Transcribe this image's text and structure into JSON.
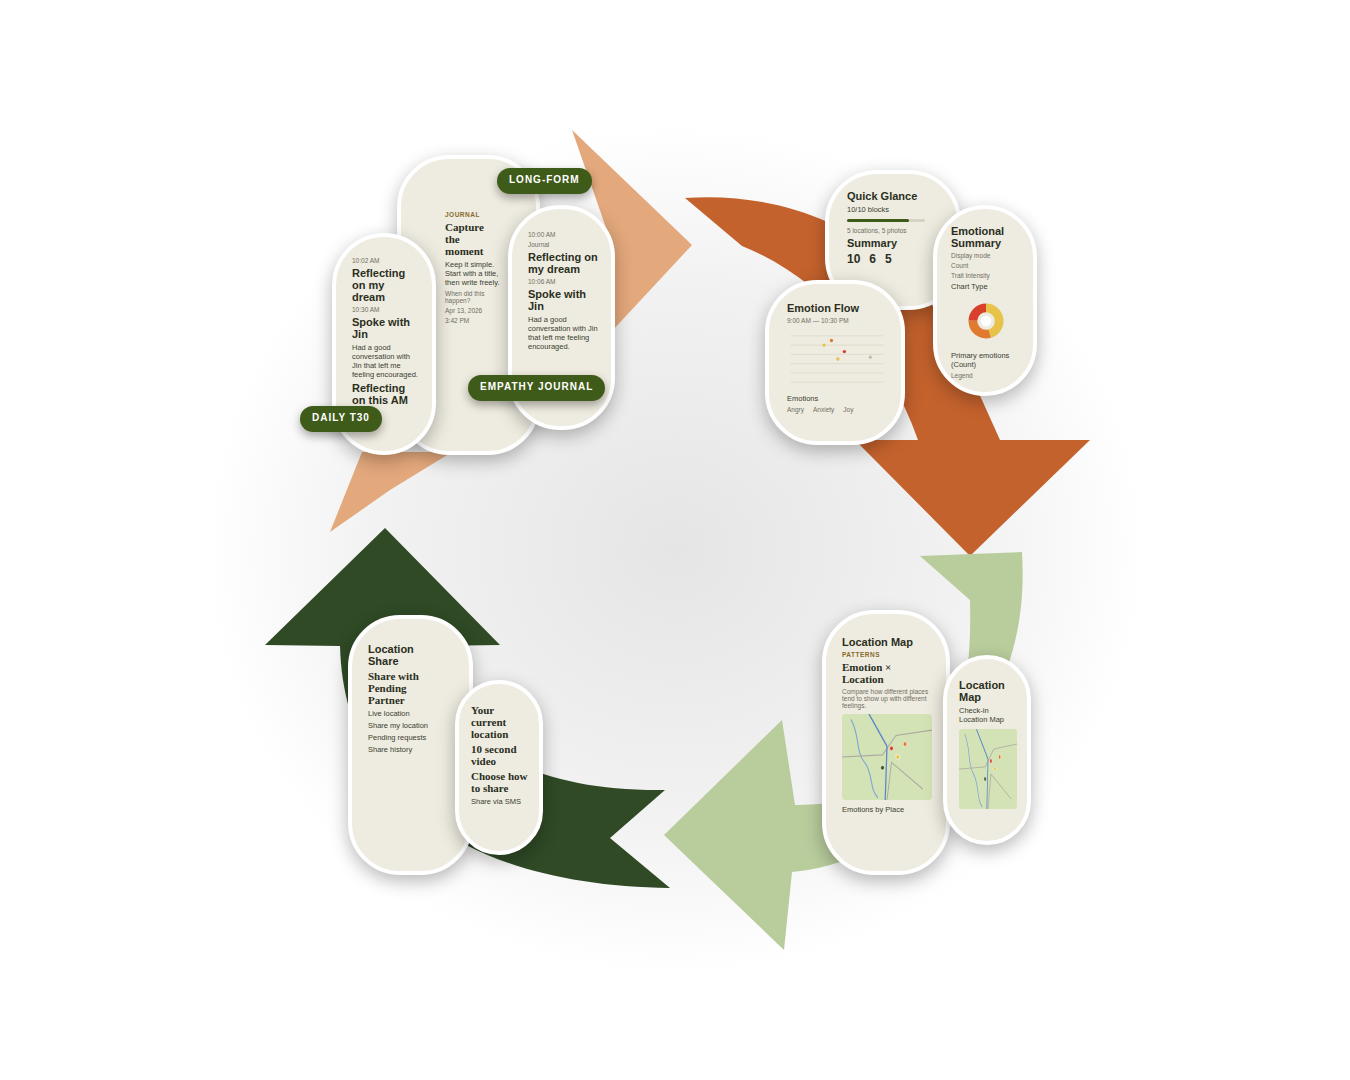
{
  "diagram": {
    "nodes": [
      {
        "text": [
          "JOURNAL",
          "Capture the moment",
          "Keep it simple. Start with a title, then write freely.",
          "When did this happen?",
          "Apr 13, 2026",
          "3:42 PM"
        ]
      },
      {
        "text": [
          "LONG-FORM"
        ]
      },
      {
        "text": [
          "10:02 AM",
          "Reflecting on my dream",
          "10:30 AM",
          "Spoke with Jin",
          "Had a good conversation with Jin that left me feeling encouraged.",
          "Reflecting on this AM"
        ]
      },
      {
        "text": [
          "10:00 AM",
          "Journal",
          "Reflecting on my dream",
          "10:06 AM",
          "Spoke with Jin",
          "Had a good conversation with Jin that left me feeling encouraged."
        ]
      },
      {
        "text": [
          "EMPATHY JOURNAL"
        ]
      },
      {
        "text": [
          "DAILY T30"
        ]
      },
      {
        "text": [
          "Quick Glance",
          "10/10 blocks",
          "5 locations, 5 photos",
          "Summary",
          "10",
          "6",
          "5"
        ]
      },
      {
        "text": [
          "Emotional Summary",
          "Display mode",
          "Count",
          "Trait Intensity",
          "Chart Type",
          "Primary emotions (Count)",
          "Legend"
        ]
      },
      {
        "text": [
          "Emotion Flow",
          "9:00 AM — 10:30 PM",
          "Emotions",
          "Angry",
          "Anxiety",
          "Joy"
        ]
      },
      {
        "text": [
          "Location Map",
          "PATTERNS",
          "Emotion × Location",
          "Compare how different places tend to show up with different feelings.",
          "Emotions by Place"
        ]
      },
      {
        "text": [
          "Location Map",
          "Check-in Location Map"
        ]
      },
      {
        "text": [
          "Location Share",
          "Share with Pending Partner",
          "Live location",
          "Share my location",
          "Pending requests",
          "Share history"
        ]
      },
      {
        "text": [
          "Your current location",
          "10 second video",
          "Choose how to share",
          "Share via SMS"
        ]
      }
    ]
  }
}
